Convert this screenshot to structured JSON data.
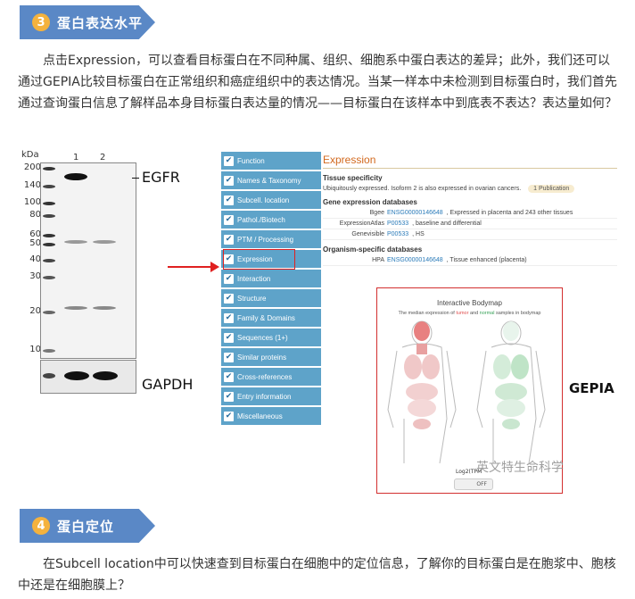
{
  "section3": {
    "num": "3",
    "title": "蛋白表达水平"
  },
  "para3": "点击Expression，可以查看目标蛋白在不同种属、组织、细胞系中蛋白表达的差异；此外，我们还可以通过GEPIA比较目标蛋白在正常组织和癌症组织中的表达情况。当某一样本中未检测到目标蛋白时，我们首先通过查询蛋白信息了解样品本身目标蛋白表达量的情况——目标蛋白在该样本中到底表不表达？表达量如何？",
  "blot": {
    "unit": "kDa",
    "lanes": [
      "1",
      "2"
    ],
    "markers": [
      "200",
      "140",
      "100",
      "80",
      "60",
      "50",
      "40",
      "30",
      "20",
      "10"
    ],
    "target": "EGFR",
    "loading": "GAPDH"
  },
  "menu": {
    "items": [
      "Function",
      "Names & Taxonomy",
      "Subcell. location",
      "Pathol./Biotech",
      "PTM / Processing",
      "Expression",
      "Interaction",
      "Structure",
      "Family & Domains",
      "Sequences (1+)",
      "Similar proteins",
      "Cross-references",
      "Entry information",
      "Miscellaneous"
    ],
    "highlighted": "Expression"
  },
  "expression": {
    "title": "Expression",
    "tissue_heading": "Tissue specificity",
    "tissue_text": "Ubiquitously expressed. Isoform 2 is also expressed in ovarian cancers.",
    "publication": "1 Publication",
    "gene_heading": "Gene expression databases",
    "gene_rows": [
      {
        "db": "Bgee",
        "id": "ENSG00000146648",
        "desc": ", Expressed in placenta and 243 other tissues"
      },
      {
        "db": "ExpressionAtlas",
        "id": "P00533",
        "desc": ", baseline and differential"
      },
      {
        "db": "Genevisible",
        "id": "P00533",
        "desc": ", HS"
      }
    ],
    "org_heading": "Organism-specific databases",
    "org_rows": [
      {
        "db": "HPA",
        "id": "ENSG00000146648",
        "desc": ", Tissue enhanced (placenta)"
      }
    ]
  },
  "bodymap": {
    "title": "Interactive Bodymap",
    "sub_pre": "The median expression of ",
    "sub_tumor": "tumor",
    "sub_mid": " and ",
    "sub_normal": "normal",
    "sub_post": " samples in bodymap",
    "log_label": "Log2(TPM",
    "toggle": "OFF",
    "label": "GEPIA"
  },
  "watermark": "英文特生命科学",
  "section4": {
    "num": "4",
    "title": "蛋白定位"
  },
  "para4": "在Subcell location中可以快速查到目标蛋白在细胞中的定位信息，了解你的目标蛋白是在胞浆中、胞核中还是在细胞膜上？",
  "colors": {
    "header_bg": "#5a88c6",
    "badge": "#f4b23e",
    "menu_bg": "#5ea3c9",
    "highlight": "#e02020"
  }
}
